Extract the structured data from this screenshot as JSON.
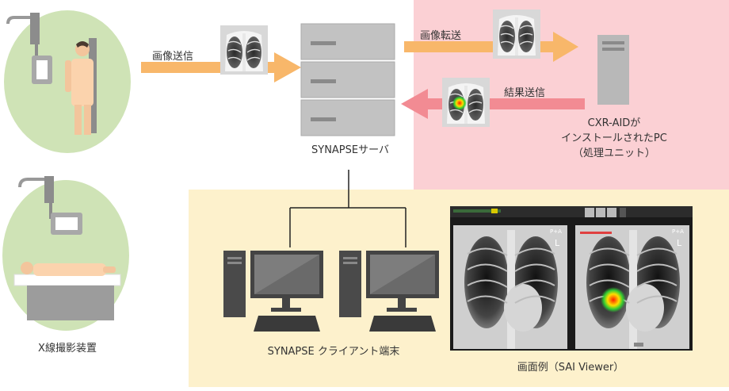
{
  "labels": {
    "send_image": "画像送信",
    "transfer_image": "画像転送",
    "send_result": "結果送信",
    "server": "SYNAPSEサーバ",
    "pc_line1": "CXR-AIDが",
    "pc_line2": "インストールされたPC",
    "pc_line3": "（処理ユニット）",
    "xray_device": "X線撮影装置",
    "client": "SYNAPSE クライアント端末",
    "viewer": "画面例（SAI Viewer）"
  },
  "viewer_overlay": {
    "view_left": "P+A",
    "view_right": "P+A",
    "marker_left": "L",
    "marker_right": "L"
  },
  "colors": {
    "pink_zone": "#fbd0d4",
    "yellow_zone": "#fdf1cc",
    "green_circle": "#cfe3b6",
    "orange_arrow": "#f8b76a",
    "pink_arrow": "#f28b93",
    "gray_device": "#b5b5b5",
    "dark_monitor": "#3e3e3e"
  }
}
